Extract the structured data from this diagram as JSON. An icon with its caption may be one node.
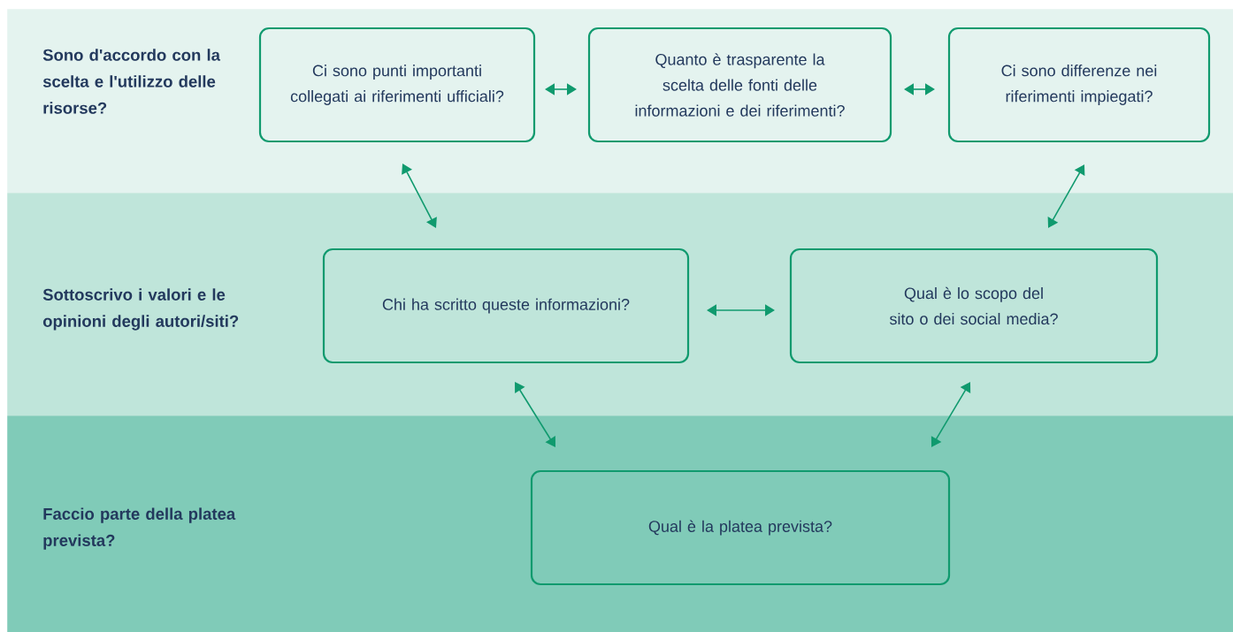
{
  "diagram": {
    "nodes": [
      {
        "text": [
          "Sono d'accordo con la scelta e l'utilizzo delle risorse?"
        ]
      },
      {
        "text": [
          "Ci sono punti importanti collegati ai riferimenti ufficiali?"
        ],
        "in": 0
      },
      {
        "text": [
          "Quanto è trasparente la scelta delle fonti delle informazioni e dei riferimenti?"
        ],
        "in": 0
      },
      {
        "text": [
          "Ci sono differenze nei riferimenti impiegati?"
        ],
        "in": 0
      },
      {
        "text": [
          "Sottoscrivo i valori e le opinioni degli autori/siti?"
        ]
      },
      {
        "text": [
          "Chi ha scritto queste informazioni?"
        ],
        "in": 4
      },
      {
        "text": [
          "Qual è lo scopo del sito o dei social media?"
        ],
        "in": 4
      },
      {
        "text": [
          "Faccio parte della platea prevista?"
        ]
      },
      {
        "text": [
          "Qual è la platea prevista?"
        ],
        "in": 7
      }
    ],
    "edges": [
      {
        "from": 1,
        "to": 2,
        "arrow": "both"
      },
      {
        "from": 2,
        "to": 3,
        "arrow": "both"
      },
      {
        "from": 1,
        "to": 5,
        "arrow": "both"
      },
      {
        "from": 3,
        "to": 6,
        "arrow": "both"
      },
      {
        "from": 5,
        "to": 6,
        "arrow": "both"
      },
      {
        "from": 5,
        "to": 8,
        "arrow": "both"
      },
      {
        "from": 6,
        "to": 8,
        "arrow": "both"
      }
    ]
  }
}
